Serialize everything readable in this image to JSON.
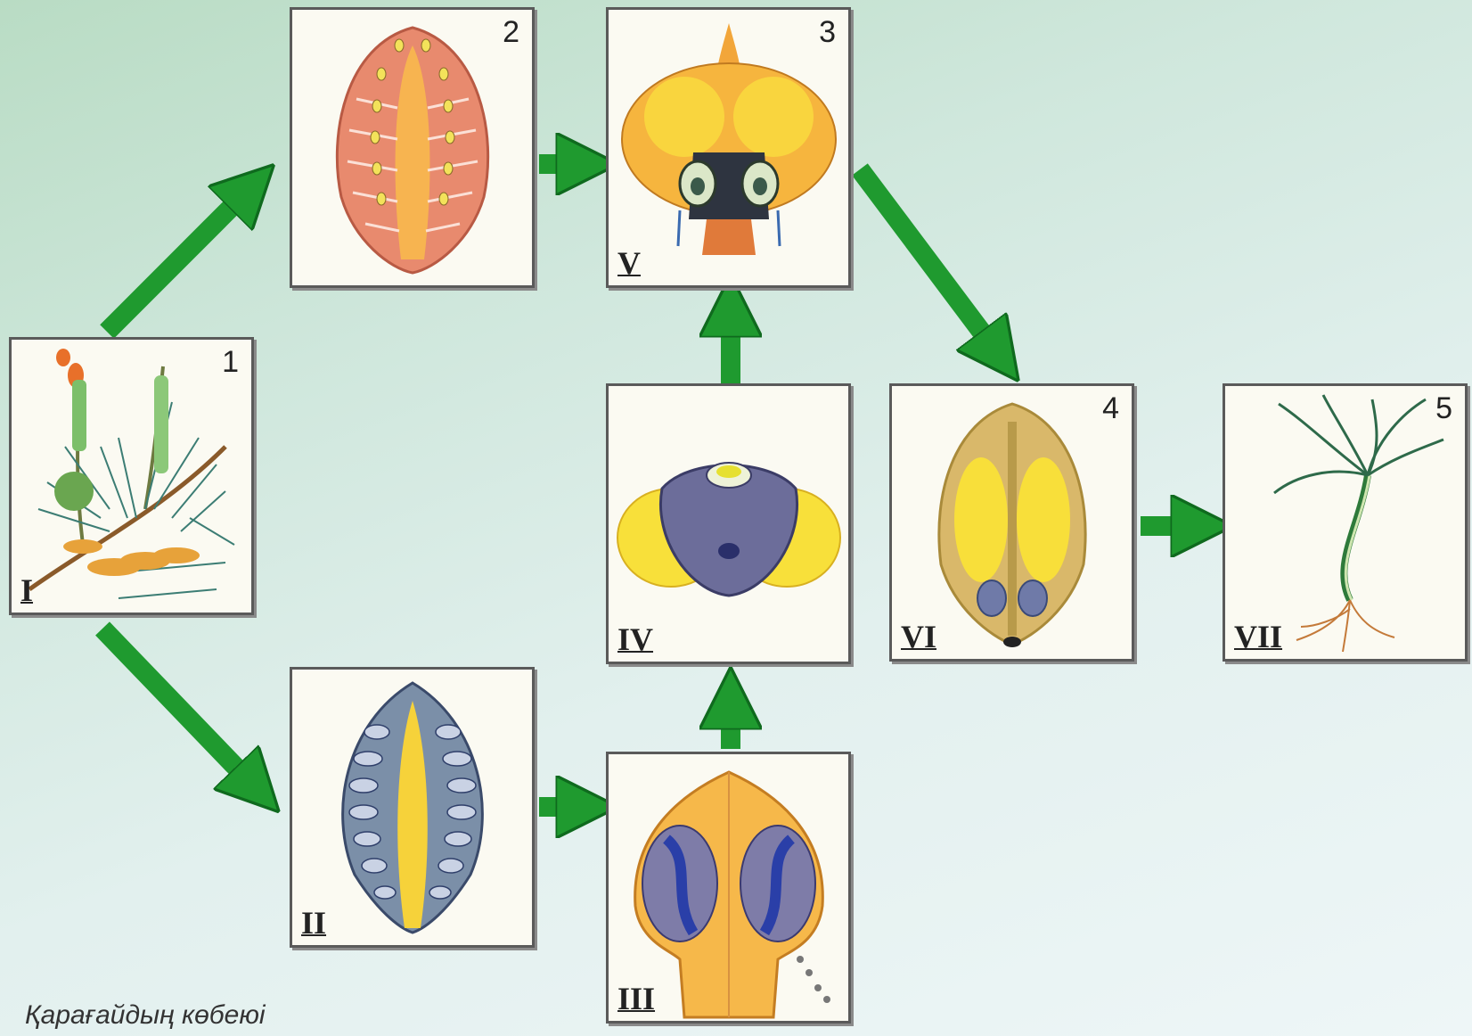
{
  "caption": "Қарағайдың көбеюі",
  "stages": [
    {
      "id": "stage-1",
      "number": "1",
      "roman": "I"
    },
    {
      "id": "stage-2",
      "number": "2",
      "roman": ""
    },
    {
      "id": "stage-ii",
      "number": "",
      "roman": "II"
    },
    {
      "id": "stage-3",
      "number": "3",
      "roman": "V"
    },
    {
      "id": "stage-iv",
      "number": "",
      "roman": "IV"
    },
    {
      "id": "stage-iii",
      "number": "",
      "roman": "III"
    },
    {
      "id": "stage-4",
      "number": "4",
      "roman": "VI"
    },
    {
      "id": "stage-5",
      "number": "5",
      "roman": "VII"
    }
  ],
  "colors": {
    "arrow": "#1f9a2f",
    "arrow_edge": "#0f6a1e",
    "panel_border": "#5a5a5a"
  }
}
